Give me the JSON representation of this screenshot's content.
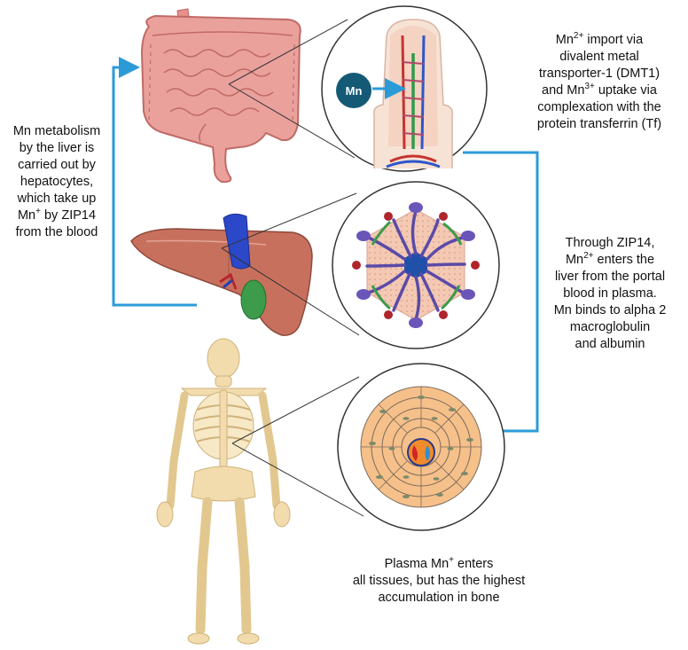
{
  "badge": {
    "label": "Mn"
  },
  "captions": {
    "import": {
      "l1a": "Mn",
      "l1sup": "2+",
      "l1b": " import via",
      "l2": "divalent metal",
      "l3": "transporter-1 (DMT1)",
      "l4a": "and Mn",
      "l4sup": "3+",
      "l4b": " uptake via",
      "l5": "complexation with the",
      "l6": "protein transferrin (Tf)"
    },
    "liver_metabolism": {
      "l1": "Mn metabolism",
      "l2": "by the liver is",
      "l3": "carried out by",
      "l4": "hepatocytes,",
      "l5": "which take up",
      "l6a": "Mn",
      "l6sup": "+",
      "l6b": " by ZIP14",
      "l7": "from the blood"
    },
    "zip14": {
      "l1": "Through ZIP14,",
      "l2a": "Mn",
      "l2sup": "2+",
      "l2b": " enters the",
      "l3": "liver from the portal",
      "l4": "blood in plasma.",
      "l5": "Mn binds to alpha 2",
      "l6": "macroglobulin",
      "l7": "and albumin"
    },
    "plasma": {
      "l1a": "Plasma Mn",
      "l1sup": "+",
      "l1b": " enters",
      "l2": "all tissues, but has the highest",
      "l3": "accumulation in bone"
    }
  },
  "colors": {
    "arrow": "#2b9bd8",
    "intestine": "#e8908c",
    "liver": "#c8705e",
    "bone": "#f2dcae",
    "osteon": "#f6c08a",
    "badge": "#145a76"
  }
}
